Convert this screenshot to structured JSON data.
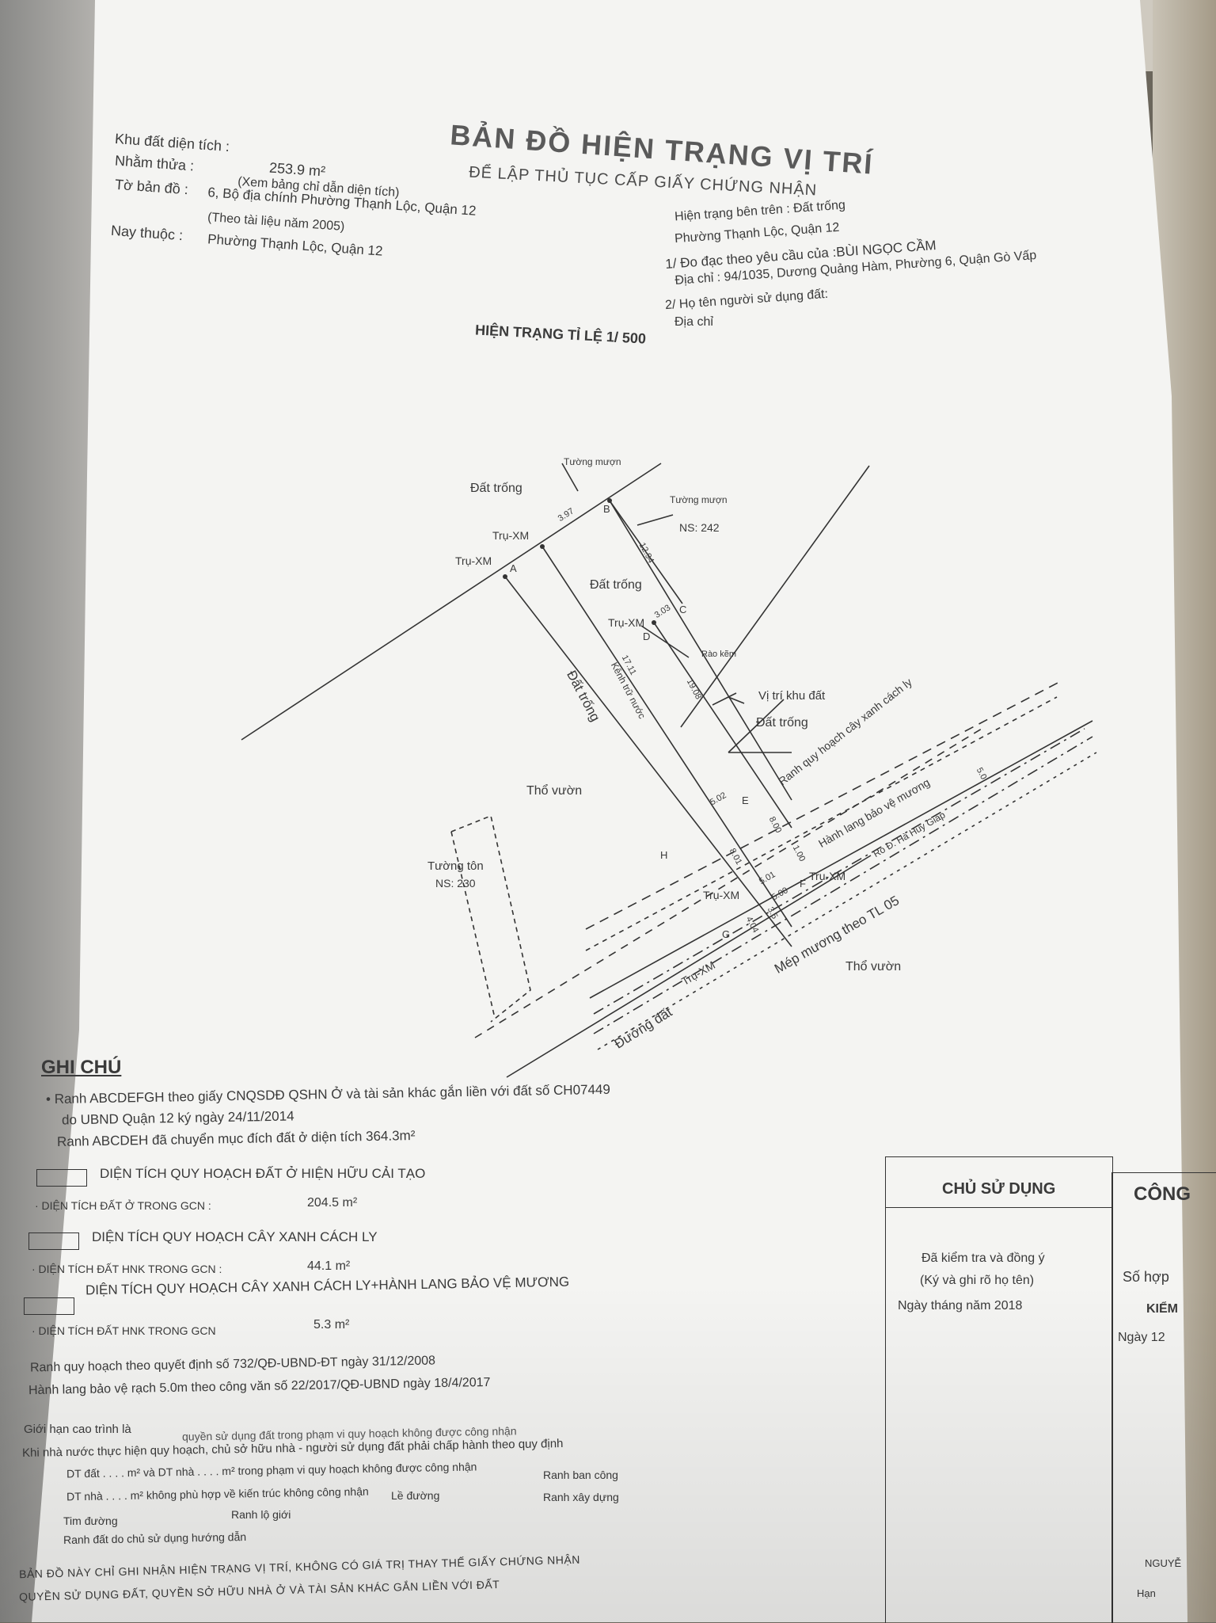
{
  "header": {
    "area_label": "Khu đất diện tích :",
    "area_value": "253.9 m²",
    "parcel_label": "Nhằm thửa :",
    "parcel_value": "(Xem bảng chỉ dẫn diện tích)",
    "sheet_label": "Tờ bản đồ :",
    "sheet_value": "6, Bộ địa chính Phường Thạnh Lộc, Quận 12",
    "sheet_note": "(Theo tài liệu năm 2005)",
    "belongs_label": "Nay thuộc :",
    "belongs_value": "Phường Thạnh Lộc, Quận 12"
  },
  "title": {
    "main": "BẢN ĐỒ HIỆN TRẠNG VỊ TRÍ",
    "sub": "ĐỂ LẬP THỦ TỤC CẤP GIẤY CHỨNG NHẬN"
  },
  "right_info": {
    "status": "Hiện trạng bên trên : Đất trống",
    "ward": "Phường Thạnh Lộc, Quận 12",
    "survey": "1/ Đo đạc theo yêu cầu của :BÙI NGỌC CẦM",
    "address": "Địa chỉ : 94/1035, Dương Quảng Hàm, Phường 6, Quận Gò Vấp",
    "user": "2/ Họ tên người sử dụng đất:",
    "address2": "Địa chỉ"
  },
  "scale_title": "HIỆN TRẠNG TỈ LỆ 1/ 500",
  "map": {
    "labels": {
      "wall_borrow_top": "Tường mượn",
      "wall_borrow_right": "Tường mượn",
      "empty_top": "Đất trống",
      "ns242": "NS: 242",
      "tru_a": "Trụ-XM",
      "tru_b": "Trụ-XM",
      "empty_mid": "Đất trống",
      "tru_d": "Trụ-XM",
      "rao_kem": "Rào kẽm",
      "vi_tri": "Vị trí khu đất",
      "empty_right": "Đất trống",
      "empty_strip": "Đất trống",
      "kenh": "Kênh trữ nước",
      "ranh_cay_xanh": "Ranh quy hoạch cây xanh cách ly",
      "hanh_lang": "Hành lang bảo vệ mương",
      "ro_d": "Ro Đ. Hà Huy Giáp",
      "to_vuon_left": "Thổ vườn",
      "tuong_ton": "Tường tôn",
      "ns230": "NS: 230",
      "tru_g": "Trụ-XM",
      "tru_mid": "Trụ-XM",
      "tru_f": "Trụ-XM",
      "duong_dat": "Đường đất",
      "mep_muong": "Mép mương theo TL 05",
      "to_vuon_right": "Thổ vườn",
      "pt_a": "A",
      "pt_b": "B",
      "pt_c": "C",
      "pt_d": "D",
      "pt_e": "E",
      "pt_f": "F",
      "pt_g": "G",
      "pt_h": "H",
      "dim_ab": "3.97",
      "dim_bc": "12.94",
      "dim_cd": "3.03",
      "dim_de": "19.08",
      "dim_ah": "17.11",
      "dim_e1": "5.02",
      "dim_e2": "8.00",
      "dim_e3": "1.00",
      "dim_f1": "5.01",
      "dim_f2": "5.00",
      "dim_f3": "4.04",
      "dim_f4": "3.5",
      "dim_h": "8.01",
      "dim_50": "5.0"
    }
  },
  "notes": {
    "heading": "GHI CHÚ",
    "line1": "• Ranh ABCDEFGH theo giấy CNQSDĐ QSHN Ở và tài sản khác gắn liền với đất số CH07449",
    "line2": "do UBND Quận 12 ký ngày 24/11/2014",
    "line3": "Ranh ABCDEH đã chuyển mục đích đất ở diện tích 364.3m²",
    "leg1": "DIỆN TÍCH QUY HOẠCH ĐẤT Ở HIỆN HỮU CẢI TẠO",
    "leg1_sub": "· DIỆN TÍCH ĐẤT Ở TRONG GCN :",
    "leg1_val": "204.5 m²",
    "leg2": "DIỆN TÍCH QUY HOẠCH CÂY XANH CÁCH LY",
    "leg2_sub": "· DIỆN TÍCH ĐẤT HNK TRONG GCN :",
    "leg2_val": "44.1 m²",
    "leg3": "DIỆN TÍCH QUY HOẠCH CÂY XANH CÁCH LY+HÀNH LANG BẢO VỆ MƯƠNG",
    "leg3_sub": "· DIỆN TÍCH ĐẤT HNK TRONG GCN",
    "leg3_val": "5.3 m²",
    "plan1": "Ranh quy hoạch theo quyết định số 732/QĐ-UBND-ĐT ngày 31/12/2008",
    "plan2": "Hành lang bảo vệ rạch 5.0m theo công văn số 22/2017/QĐ-UBND ngày 18/4/2017",
    "gioi_han": "Giới hạn cao trình là",
    "khi_nha": "Khi nhà nước thực hiện quy hoạch, chủ sở hữu nhà - người sử dụng đất phải chấp hành theo quy định",
    "khi_nha2": "quyền sử dụng đất trong phạm vi quy hoạch không được công nhận",
    "dt_dat": "DT đất . . . . m² và DT nhà . . . . m² trong phạm vi quy hoạch không được công nhận",
    "dt_nha": "DT nhà . . . . m² không phù hợp về kiến trúc không công nhận",
    "ranh_ban_cong": "Ranh ban công",
    "le_duong": "Lề đường",
    "ranh_xay_dung": "Ranh xây dựng",
    "tim_duong": "Tim đường",
    "ranh_lo_gioi": "Ranh lộ giới",
    "ranh_dat": "Ranh đất do chủ sử dụng hướng dẫn",
    "footer1": "BẢN ĐỒ NÀY CHỈ GHI NHẬN HIỆN TRẠNG VỊ TRÍ, KHÔNG CÓ GIÁ TRỊ THAY THẾ GIẤY CHỨNG NHẬN",
    "footer2": "QUYỀN SỬ DỤNG ĐẤT, QUYỀN SỞ HỮU NHÀ Ở VÀ TÀI SẢN KHÁC GẮN LIỀN VỚI ĐẤT"
  },
  "signature": {
    "owner_title": "CHỦ SỬ DỤNG",
    "owner_line1": "Đã kiểm tra và đồng ý",
    "owner_line2": "(Ký và ghi rõ họ tên)",
    "owner_date": "Ngày     tháng    năm 2018",
    "company_title": "CÔNG",
    "contract": "Số hợp",
    "check": "KIỂM",
    "date": "Ngày 12",
    "bottom1": "NGUYỄ",
    "bottom2": "Hạn"
  }
}
